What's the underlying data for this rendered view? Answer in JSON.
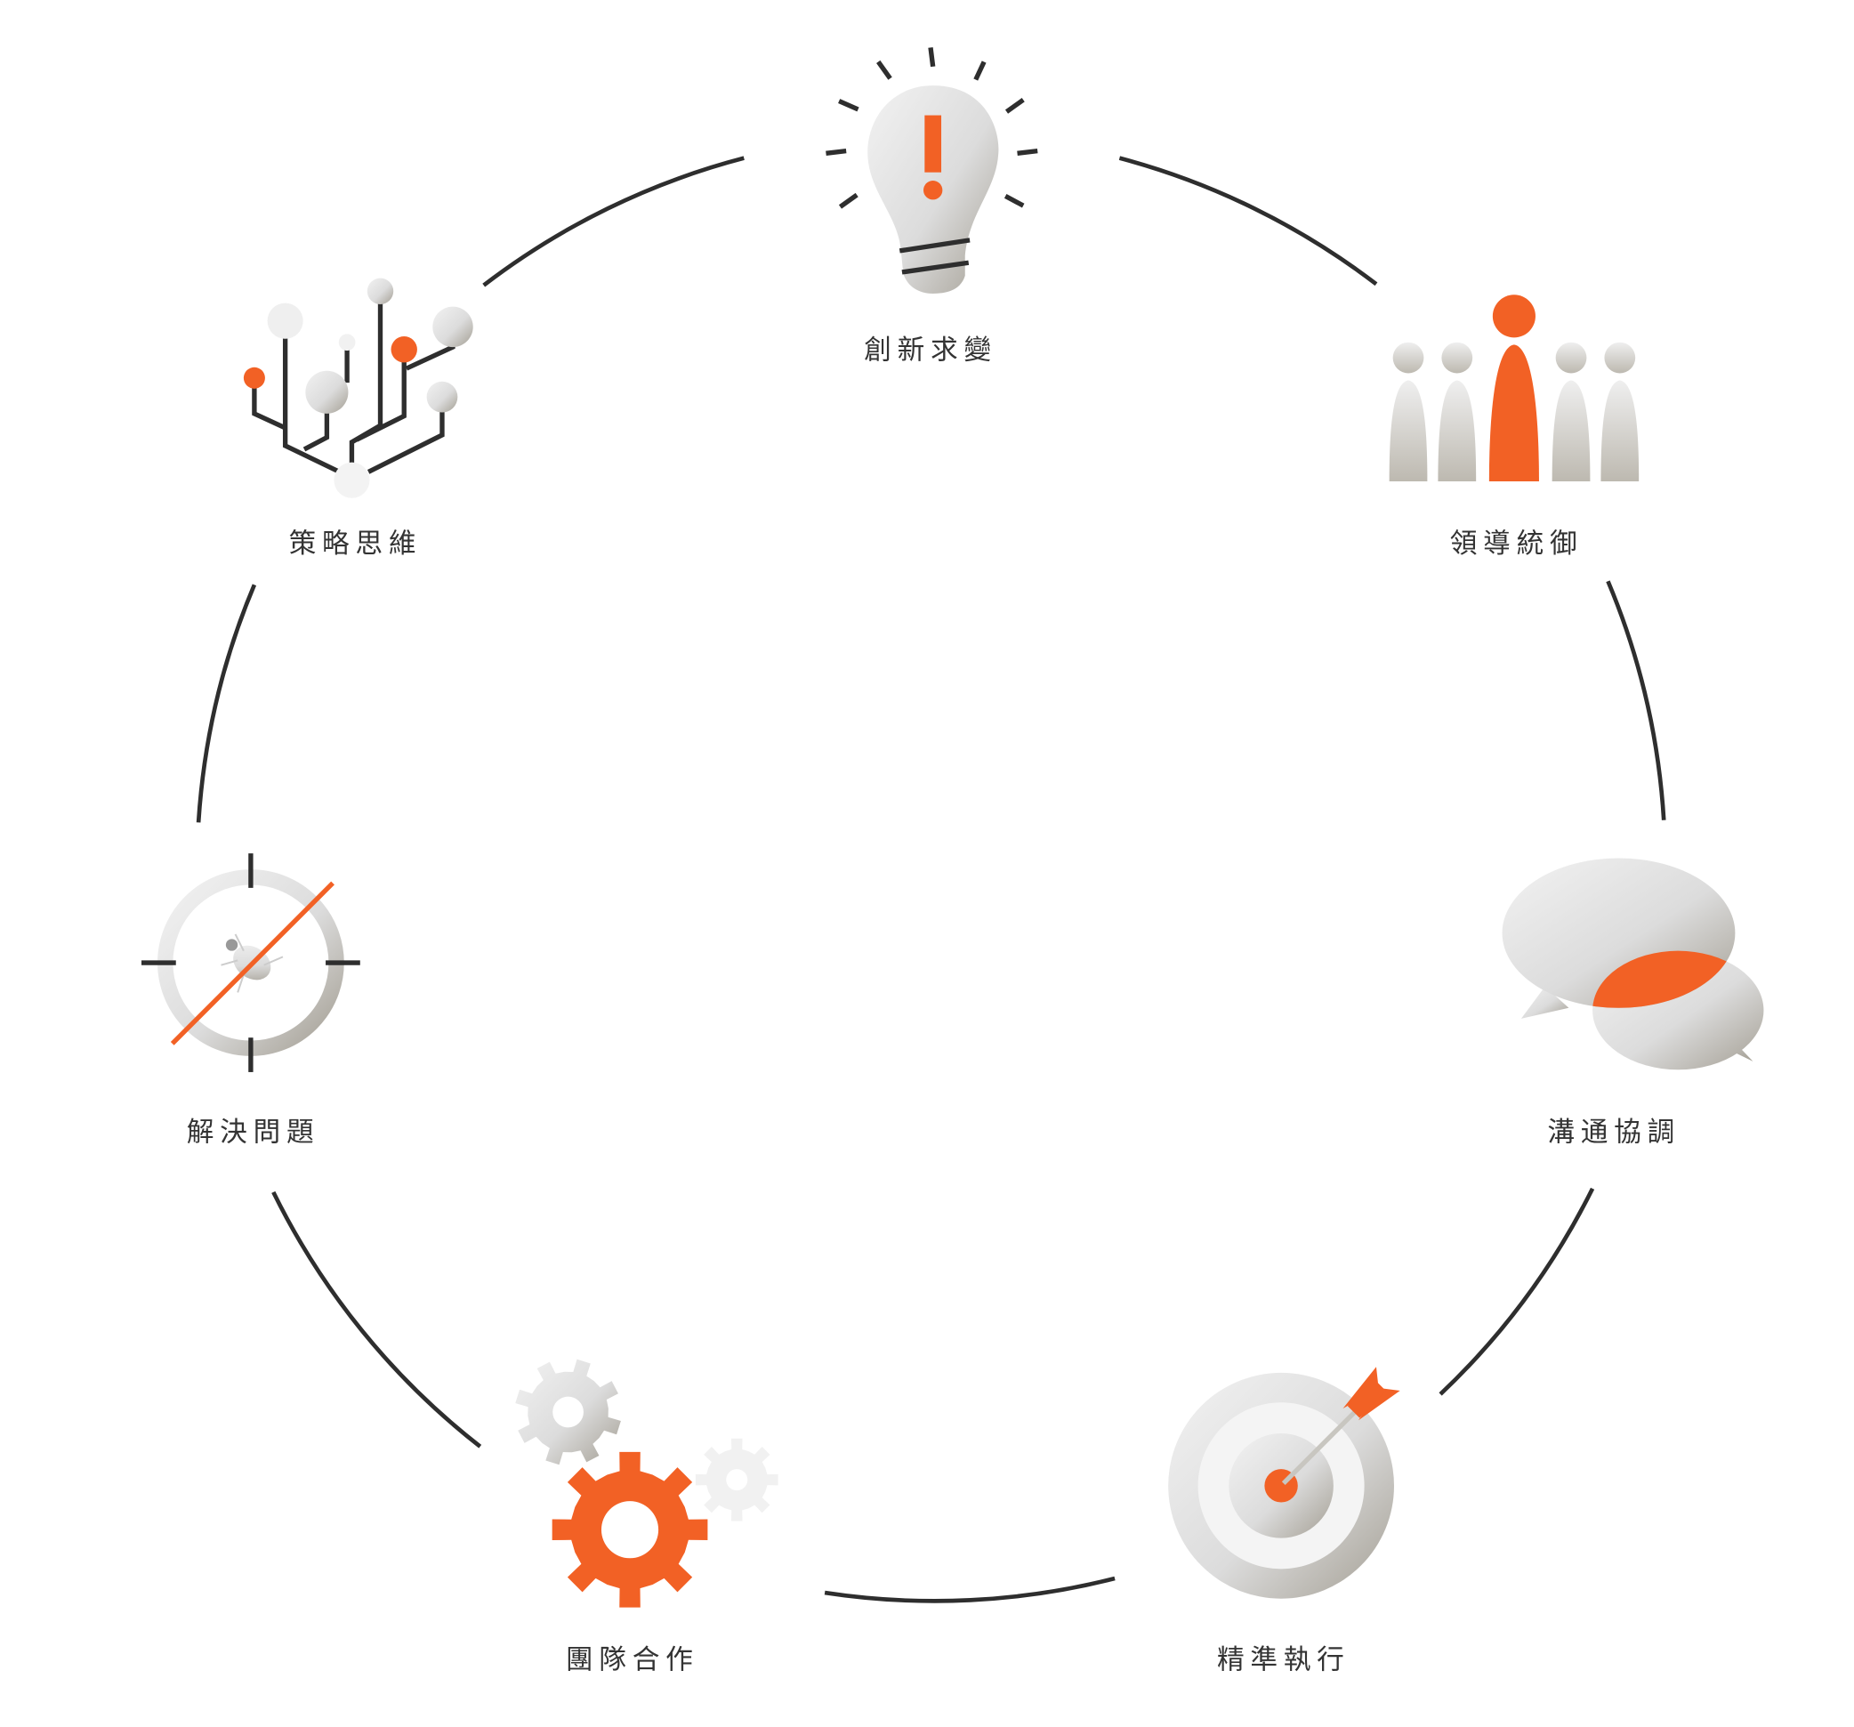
{
  "colors": {
    "accent": "#f26125",
    "line": "#2e2e2e",
    "grey_light": "#ececec",
    "grey_dark": "#a39e93"
  },
  "nodes": [
    {
      "label": "創新求變",
      "icon": "lightbulb-icon"
    },
    {
      "label": "領導統御",
      "icon": "leader-people-icon"
    },
    {
      "label": "溝通協調",
      "icon": "chat-bubbles-icon"
    },
    {
      "label": "精準執行",
      "icon": "target-arrow-icon"
    },
    {
      "label": "團隊合作",
      "icon": "gears-icon"
    },
    {
      "label": "解決問題",
      "icon": "bug-crosshair-icon"
    },
    {
      "label": "策略思維",
      "icon": "strategy-tree-icon"
    }
  ]
}
